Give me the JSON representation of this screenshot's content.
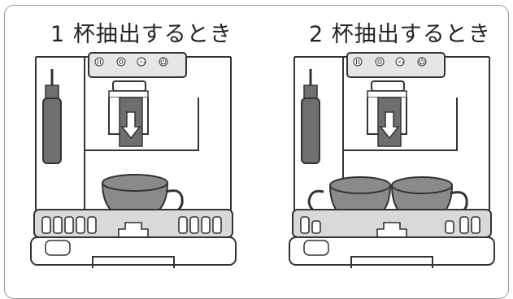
{
  "panels": [
    {
      "title": "1 杯抽出するとき",
      "cups": 1
    },
    {
      "title": "2 杯抽出するとき",
      "cups": 2
    }
  ],
  "control_icons": [
    "pause-icon",
    "gear-icon",
    "double-cup-icon",
    "power-icon"
  ],
  "control_label": "×2",
  "colors": {
    "outline": "#333333",
    "cup_fill": "#8a8a8a",
    "nozzle_fill": "#6e6e6e",
    "wand_fill": "#6f6f6f",
    "panel_fill": "#e6e6e6",
    "tray_fill": "#d9d9d9"
  }
}
